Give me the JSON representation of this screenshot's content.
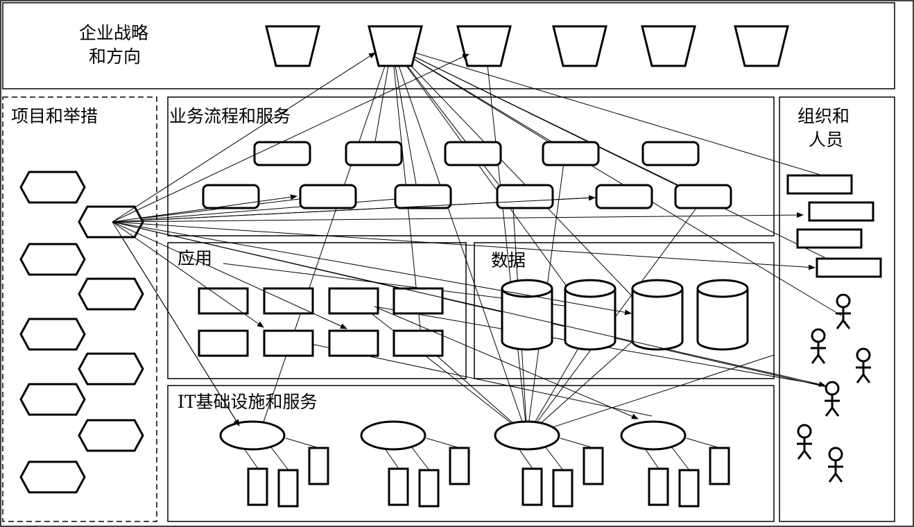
{
  "labels": {
    "strategy_line1": "企业战略",
    "strategy_line2": "和方向",
    "projects": "项目和举措",
    "business": "业务流程和服务",
    "org_line1": "组织和",
    "org_line2": "人员",
    "applications": "应用",
    "data": "数据",
    "infrastructure": "IT基础设施和服务"
  },
  "counts": {
    "strategy_goals": 6,
    "process_boxes": 11,
    "application_boxes": 8,
    "databases": 4,
    "infra_nodes": 4,
    "org_units": 4,
    "people": 6,
    "project_hexagons": 9
  },
  "colors": {
    "stroke": "#000000",
    "background": "#ffffff"
  }
}
